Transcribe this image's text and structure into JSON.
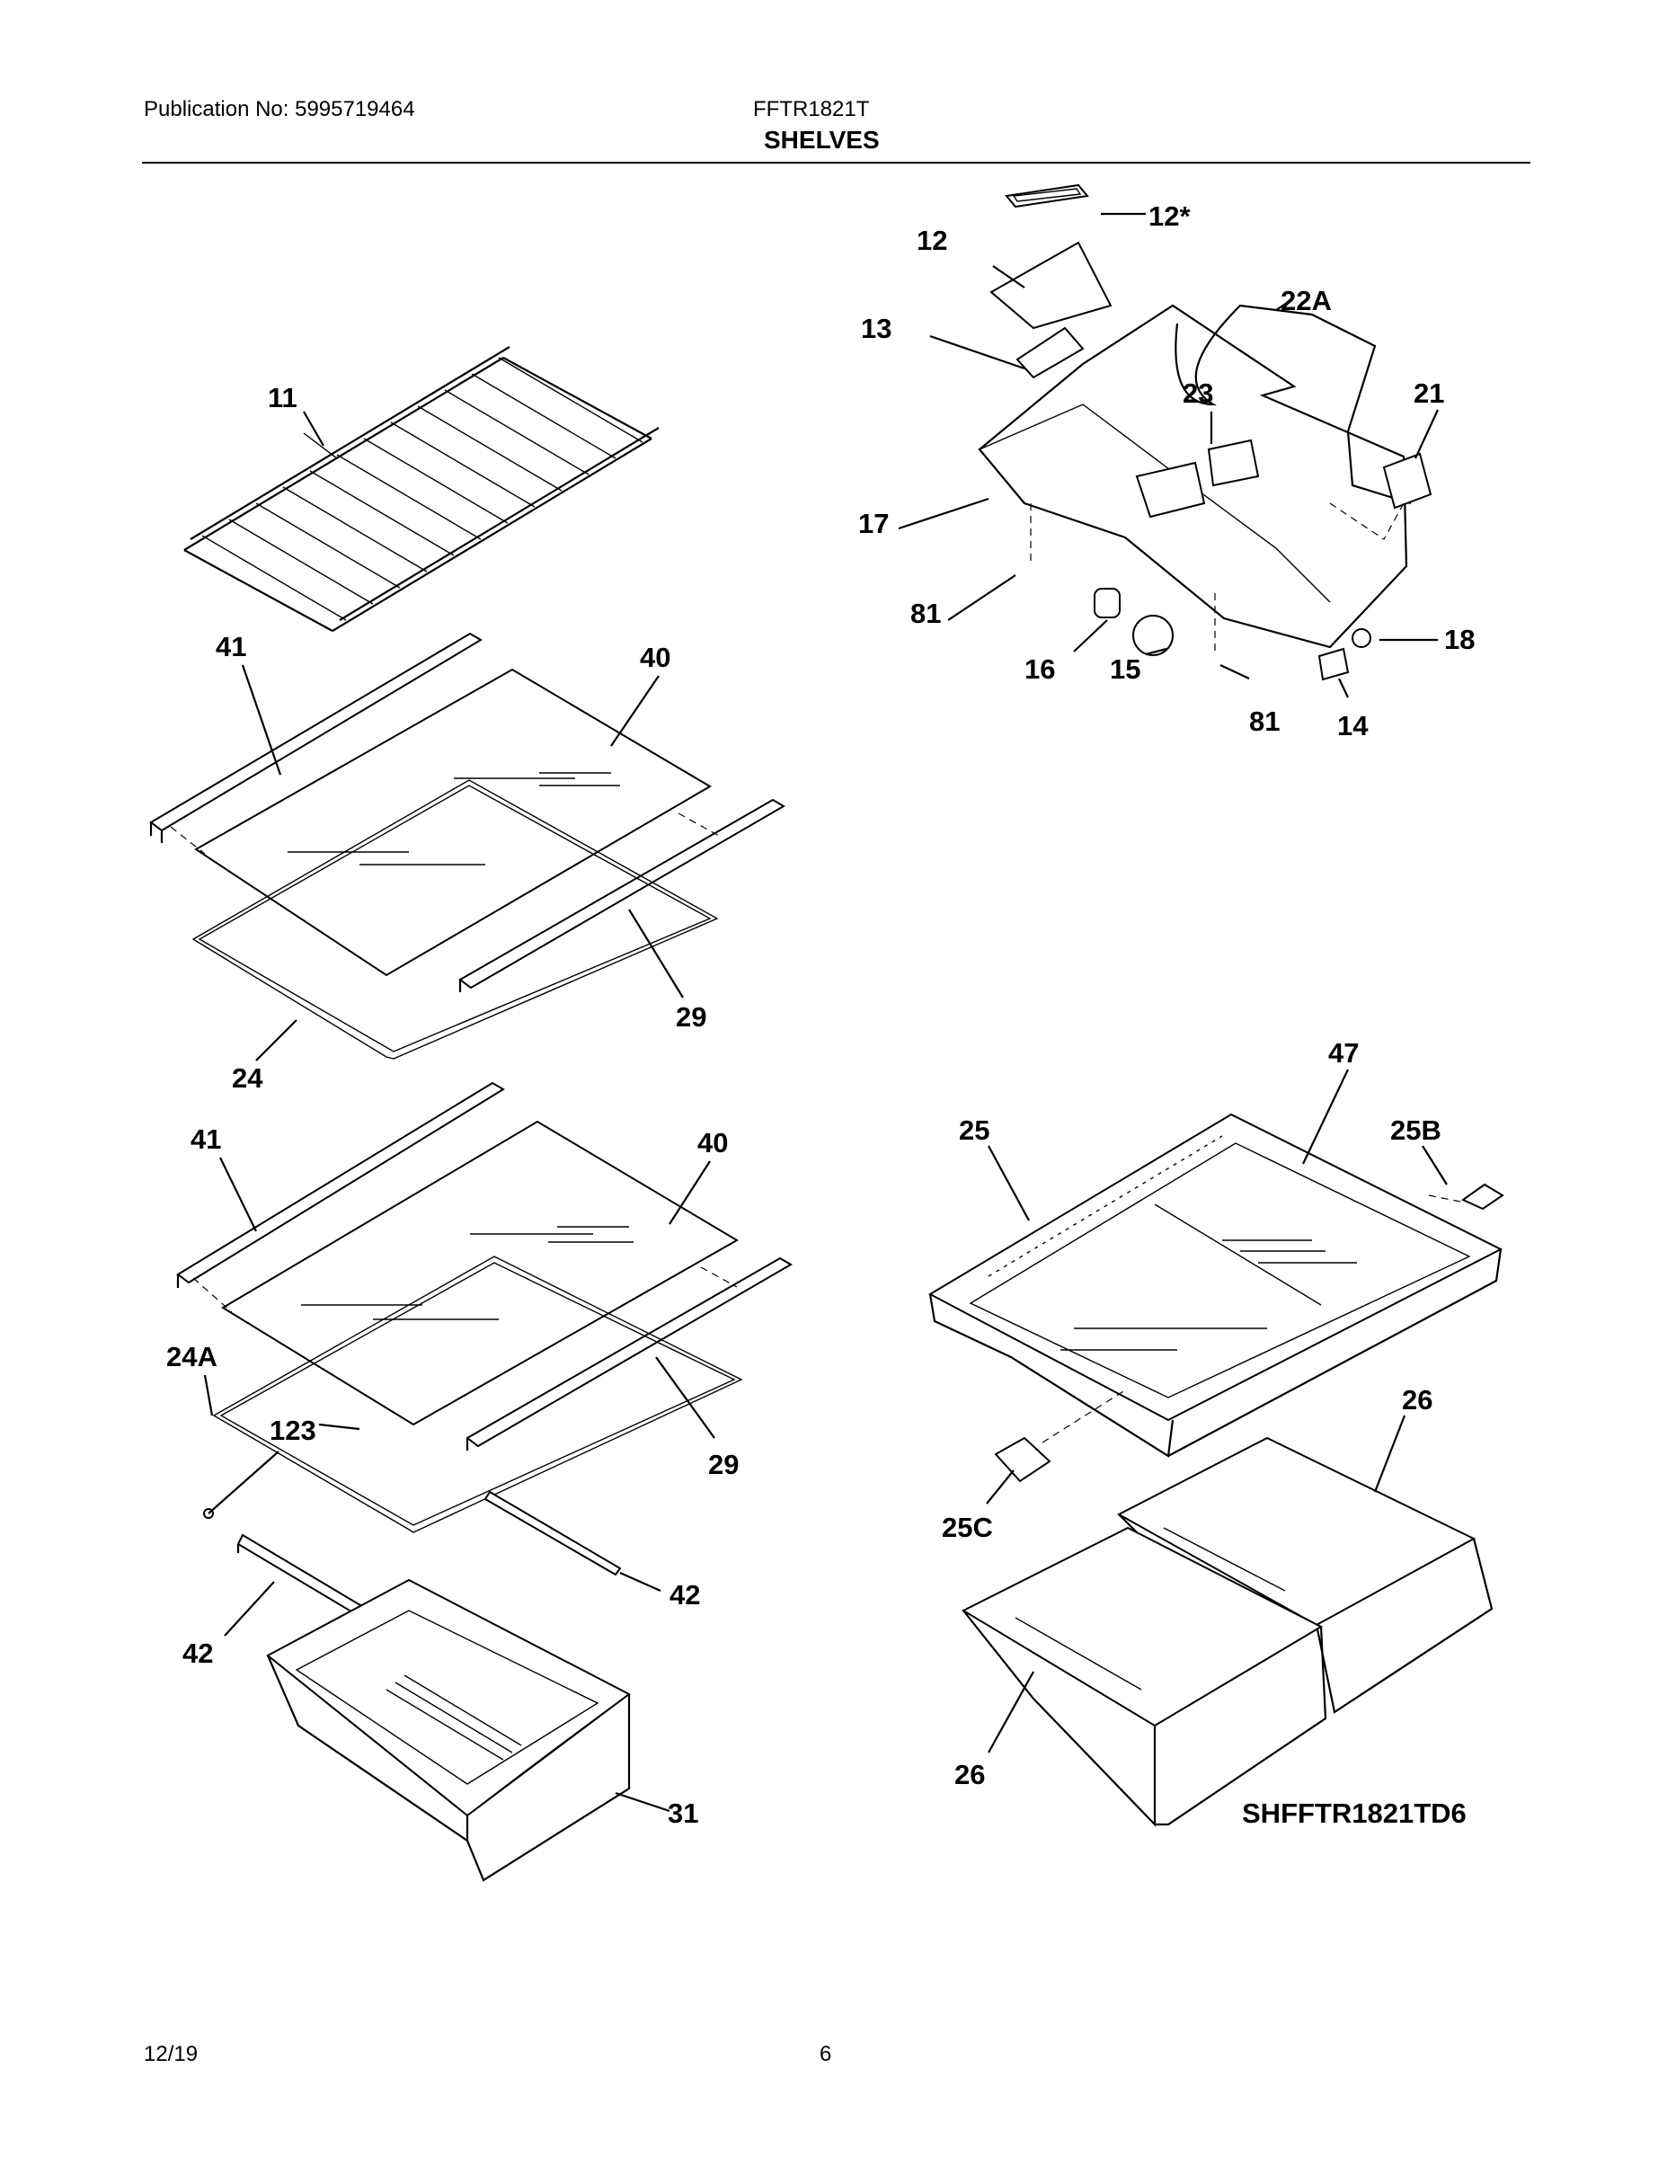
{
  "header": {
    "publication": "Publication No: 5995719464",
    "model": "FFTR1821T",
    "section": "SHELVES"
  },
  "footer": {
    "date": "12/19",
    "page": "6"
  },
  "diagram_code": "SHFFTR1821TD6",
  "callouts": {
    "p12star": "12*",
    "p12": "12",
    "p22A": "22A",
    "p13": "13",
    "p23": "23",
    "p21": "21",
    "p11": "11",
    "p17": "17",
    "p81a": "81",
    "p18": "18",
    "p16": "16",
    "p15": "15",
    "p81b": "81",
    "p14": "14",
    "p41a": "41",
    "p40a": "40",
    "p29a": "29",
    "p24": "24",
    "p41b": "41",
    "p40b": "40",
    "p24A": "24A",
    "p123": "123",
    "p29b": "29",
    "p42a": "42",
    "p42b": "42",
    "p31": "31",
    "p47": "47",
    "p25": "25",
    "p25B": "25B",
    "p26a": "26",
    "p25C": "25C",
    "p26b": "26"
  }
}
